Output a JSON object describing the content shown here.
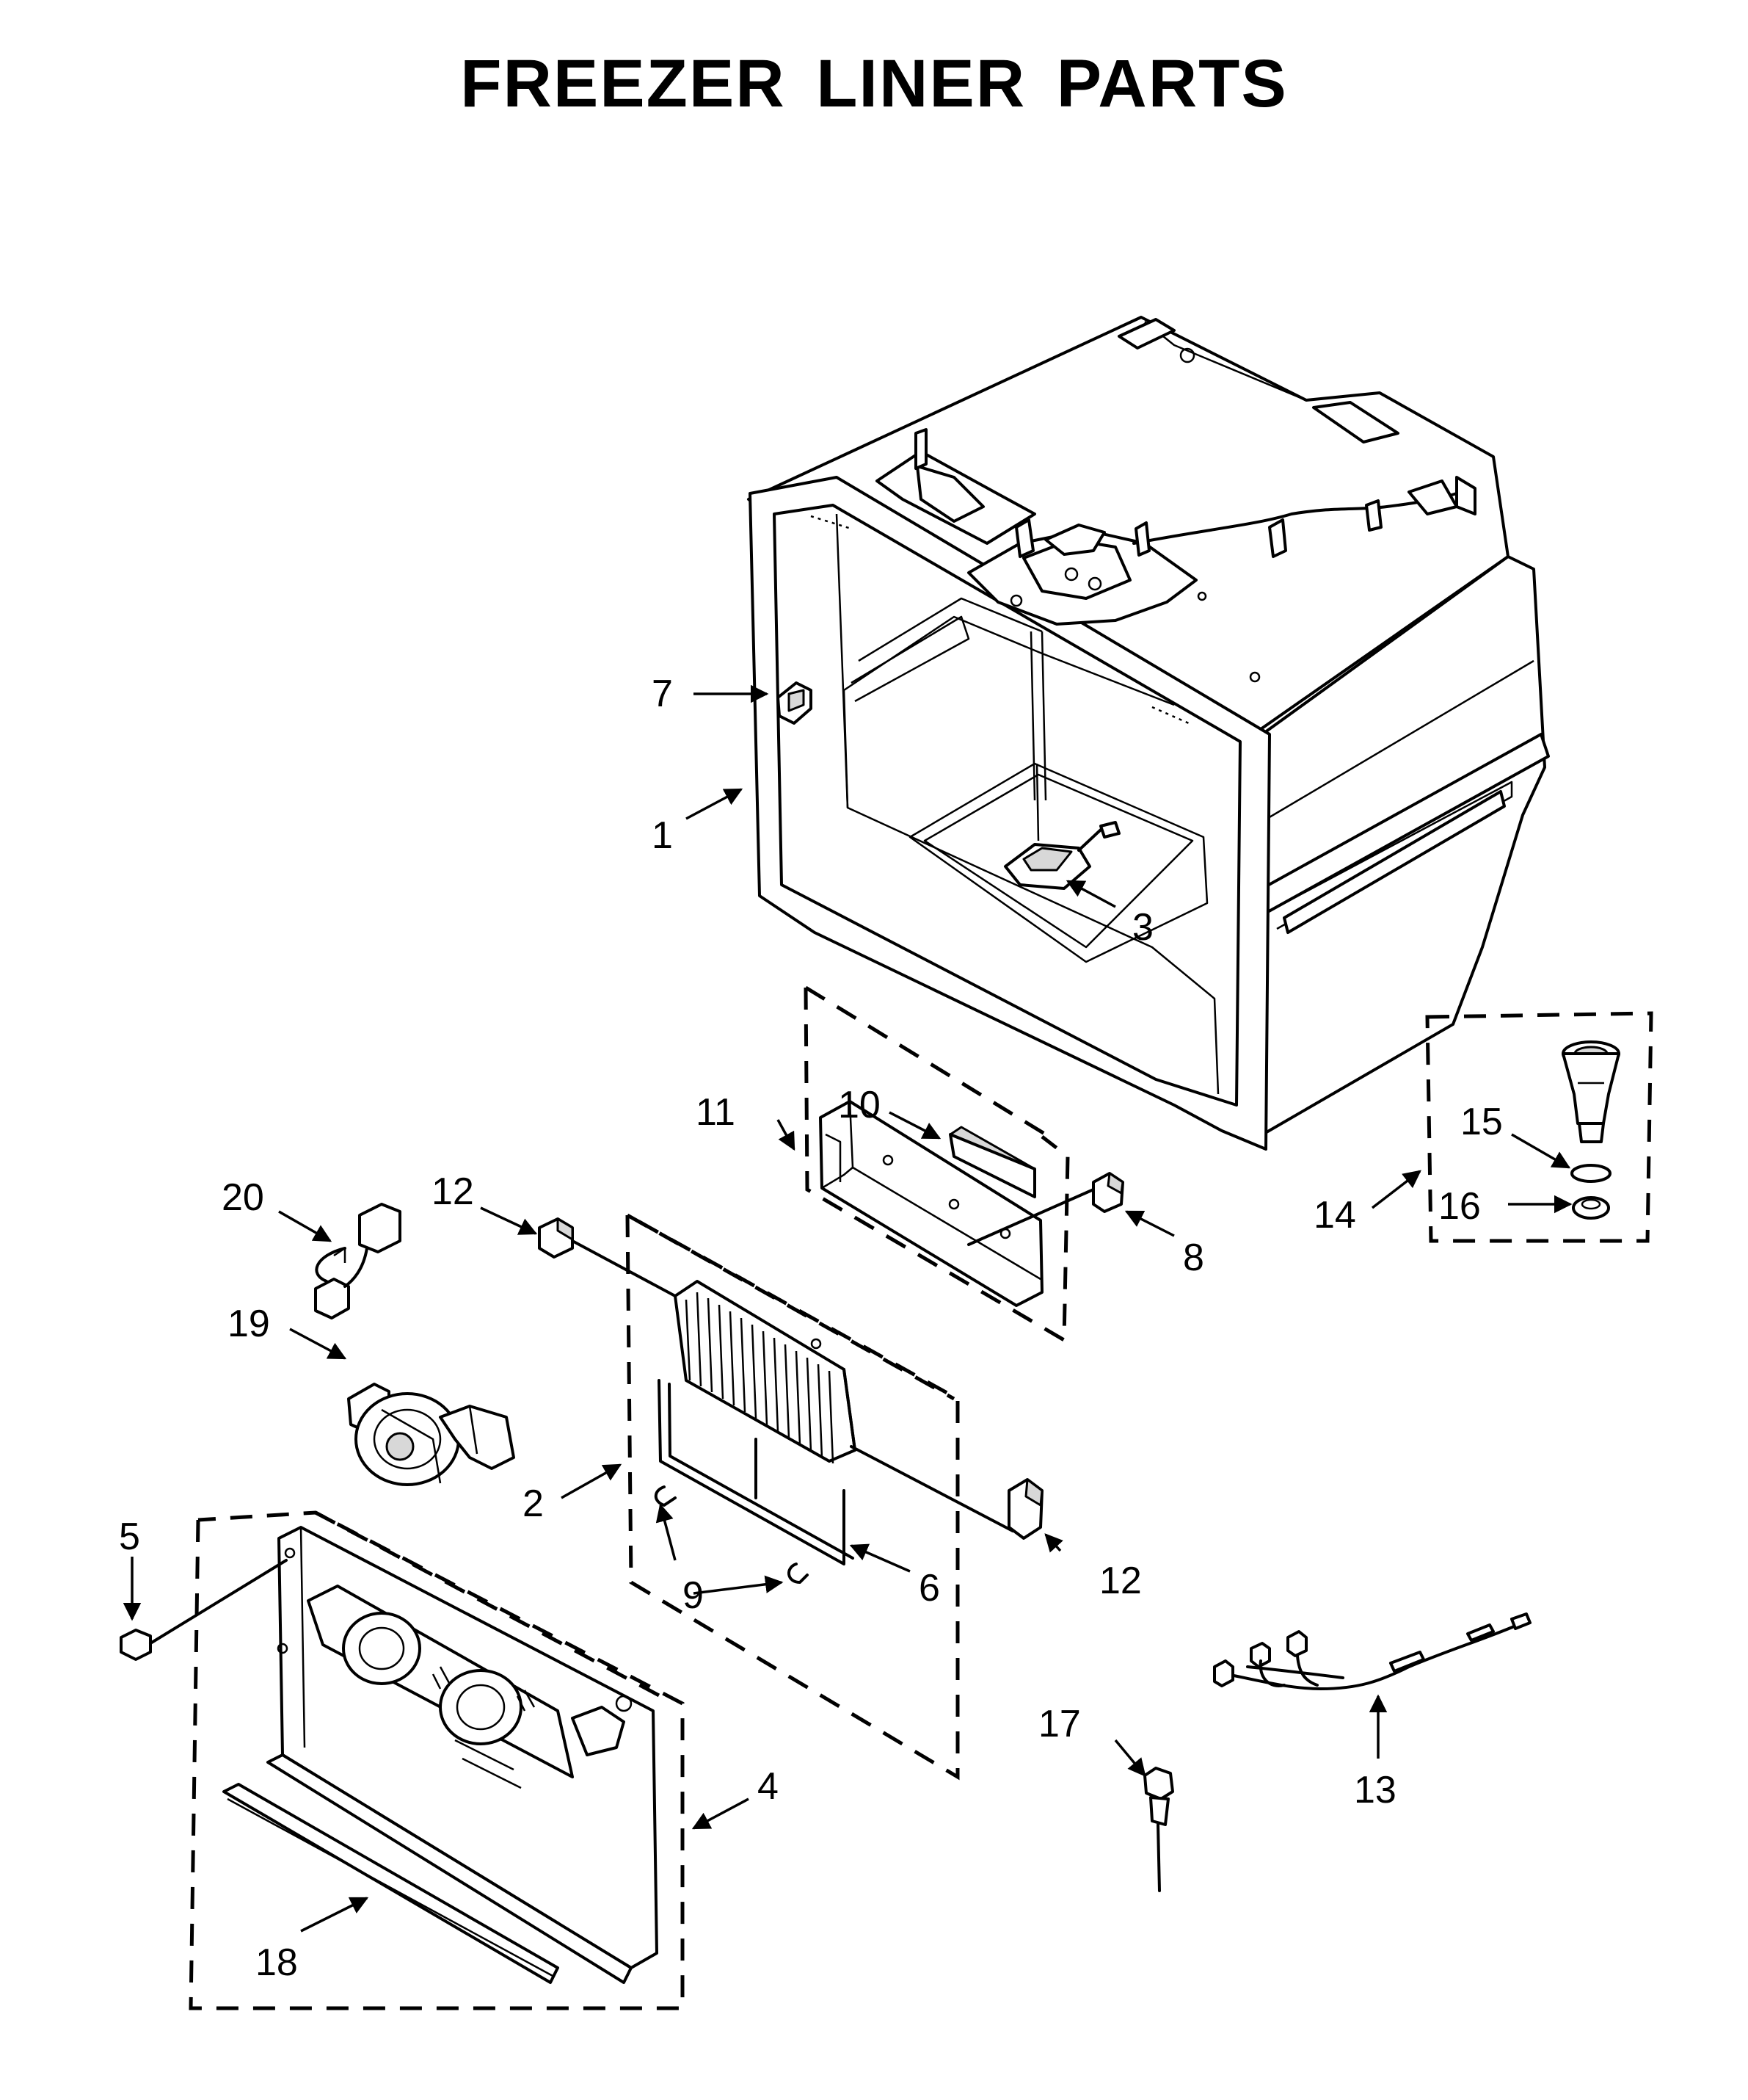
{
  "title": "FREEZER LINER PARTS",
  "callouts": [
    {
      "id": "c1",
      "label": "1",
      "part": "freezer-liner"
    },
    {
      "id": "c2",
      "label": "2",
      "part": "evaporator-assembly"
    },
    {
      "id": "c3",
      "label": "3",
      "part": "liner-drain-heater"
    },
    {
      "id": "c4",
      "label": "4",
      "part": "evaporator-cover-assembly"
    },
    {
      "id": "c5",
      "label": "5",
      "part": "screw"
    },
    {
      "id": "c6",
      "label": "6",
      "part": "defrost-heater"
    },
    {
      "id": "c7",
      "label": "7",
      "part": "switch"
    },
    {
      "id": "c8",
      "label": "8",
      "part": "connector"
    },
    {
      "id": "c9",
      "label": "9",
      "part": "heater-clip"
    },
    {
      "id": "c10",
      "label": "10",
      "part": "insulation-pad"
    },
    {
      "id": "c11",
      "label": "11",
      "part": "drain-trough-assembly"
    },
    {
      "id": "c12a",
      "label": "12",
      "part": "evaporator-connector-left"
    },
    {
      "id": "c12b",
      "label": "12",
      "part": "evaporator-connector-right"
    },
    {
      "id": "c13",
      "label": "13",
      "part": "wire-harness"
    },
    {
      "id": "c14",
      "label": "14",
      "part": "drain-kit"
    },
    {
      "id": "c15",
      "label": "15",
      "part": "drain-fitting"
    },
    {
      "id": "c16",
      "label": "16",
      "part": "drain-washer"
    },
    {
      "id": "c17",
      "label": "17",
      "part": "thermistor"
    },
    {
      "id": "c18",
      "label": "18",
      "part": "evaporator-cover-trim"
    },
    {
      "id": "c19",
      "label": "19",
      "part": "evaporator-fan-motor"
    },
    {
      "id": "c20",
      "label": "20",
      "part": "fan-wire-harness"
    }
  ]
}
